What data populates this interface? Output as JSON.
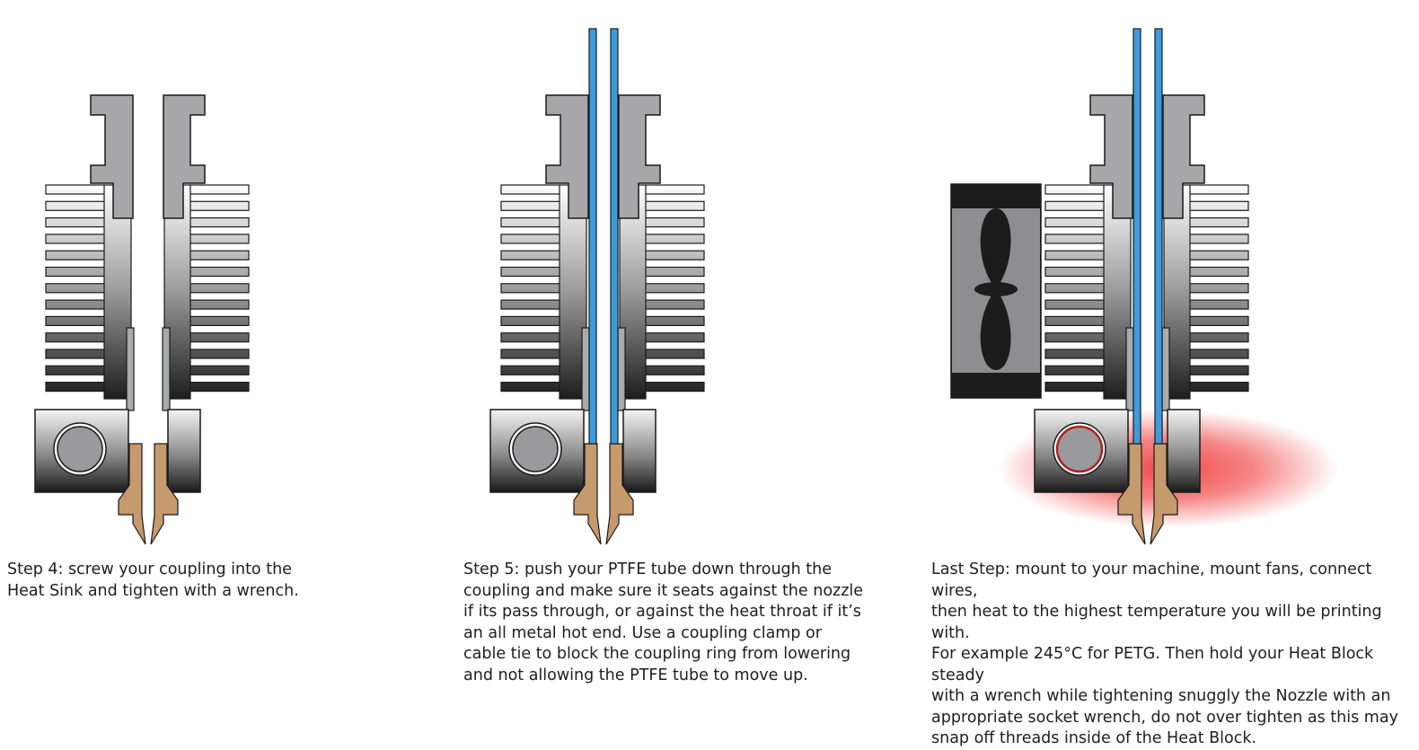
{
  "steps": [
    {
      "caption": "Step 4: screw your coupling into the\nHeat Sink and tighten with a wrench.",
      "has_ptfe_tube": false,
      "has_fan": false,
      "heated": false
    },
    {
      "caption": "Step 5: push your PTFE tube down through the\ncoupling and make sure it seats against the nozzle\nif its pass through, or against the heat throat if it’s\nan all metal hot end.  Use a coupling clamp or\ncable tie to block the coupling ring from lowering\nand not allowing the PTFE tube to move up.",
      "has_ptfe_tube": true,
      "has_fan": false,
      "heated": false
    },
    {
      "caption": "Last Step: mount to your machine, mount fans, connect wires,\nthen heat to the highest temperature you will be printing with.\nFor example 245°C for PETG.  Then hold your Heat Block steady\nwith a wrench while tightening snuggly the Nozzle with an\nappropriate socket wrench, do not over tighten as this may\nsnap off threads inside of the Heat Block.",
      "has_ptfe_tube": true,
      "has_fan": true,
      "heated": true
    }
  ],
  "colors": {
    "coupling": "#a7a7a9",
    "outline": "#1a1a1a",
    "ptfe_tube": "#3d9bde",
    "nozzle": "#c59a6c",
    "throat": "#a9aaac",
    "fan_body": "#1c1c1c",
    "fan_panel": "#8e8e90",
    "heat_glow": "#f04040",
    "thermistor_ring_hot": "#b02020"
  }
}
